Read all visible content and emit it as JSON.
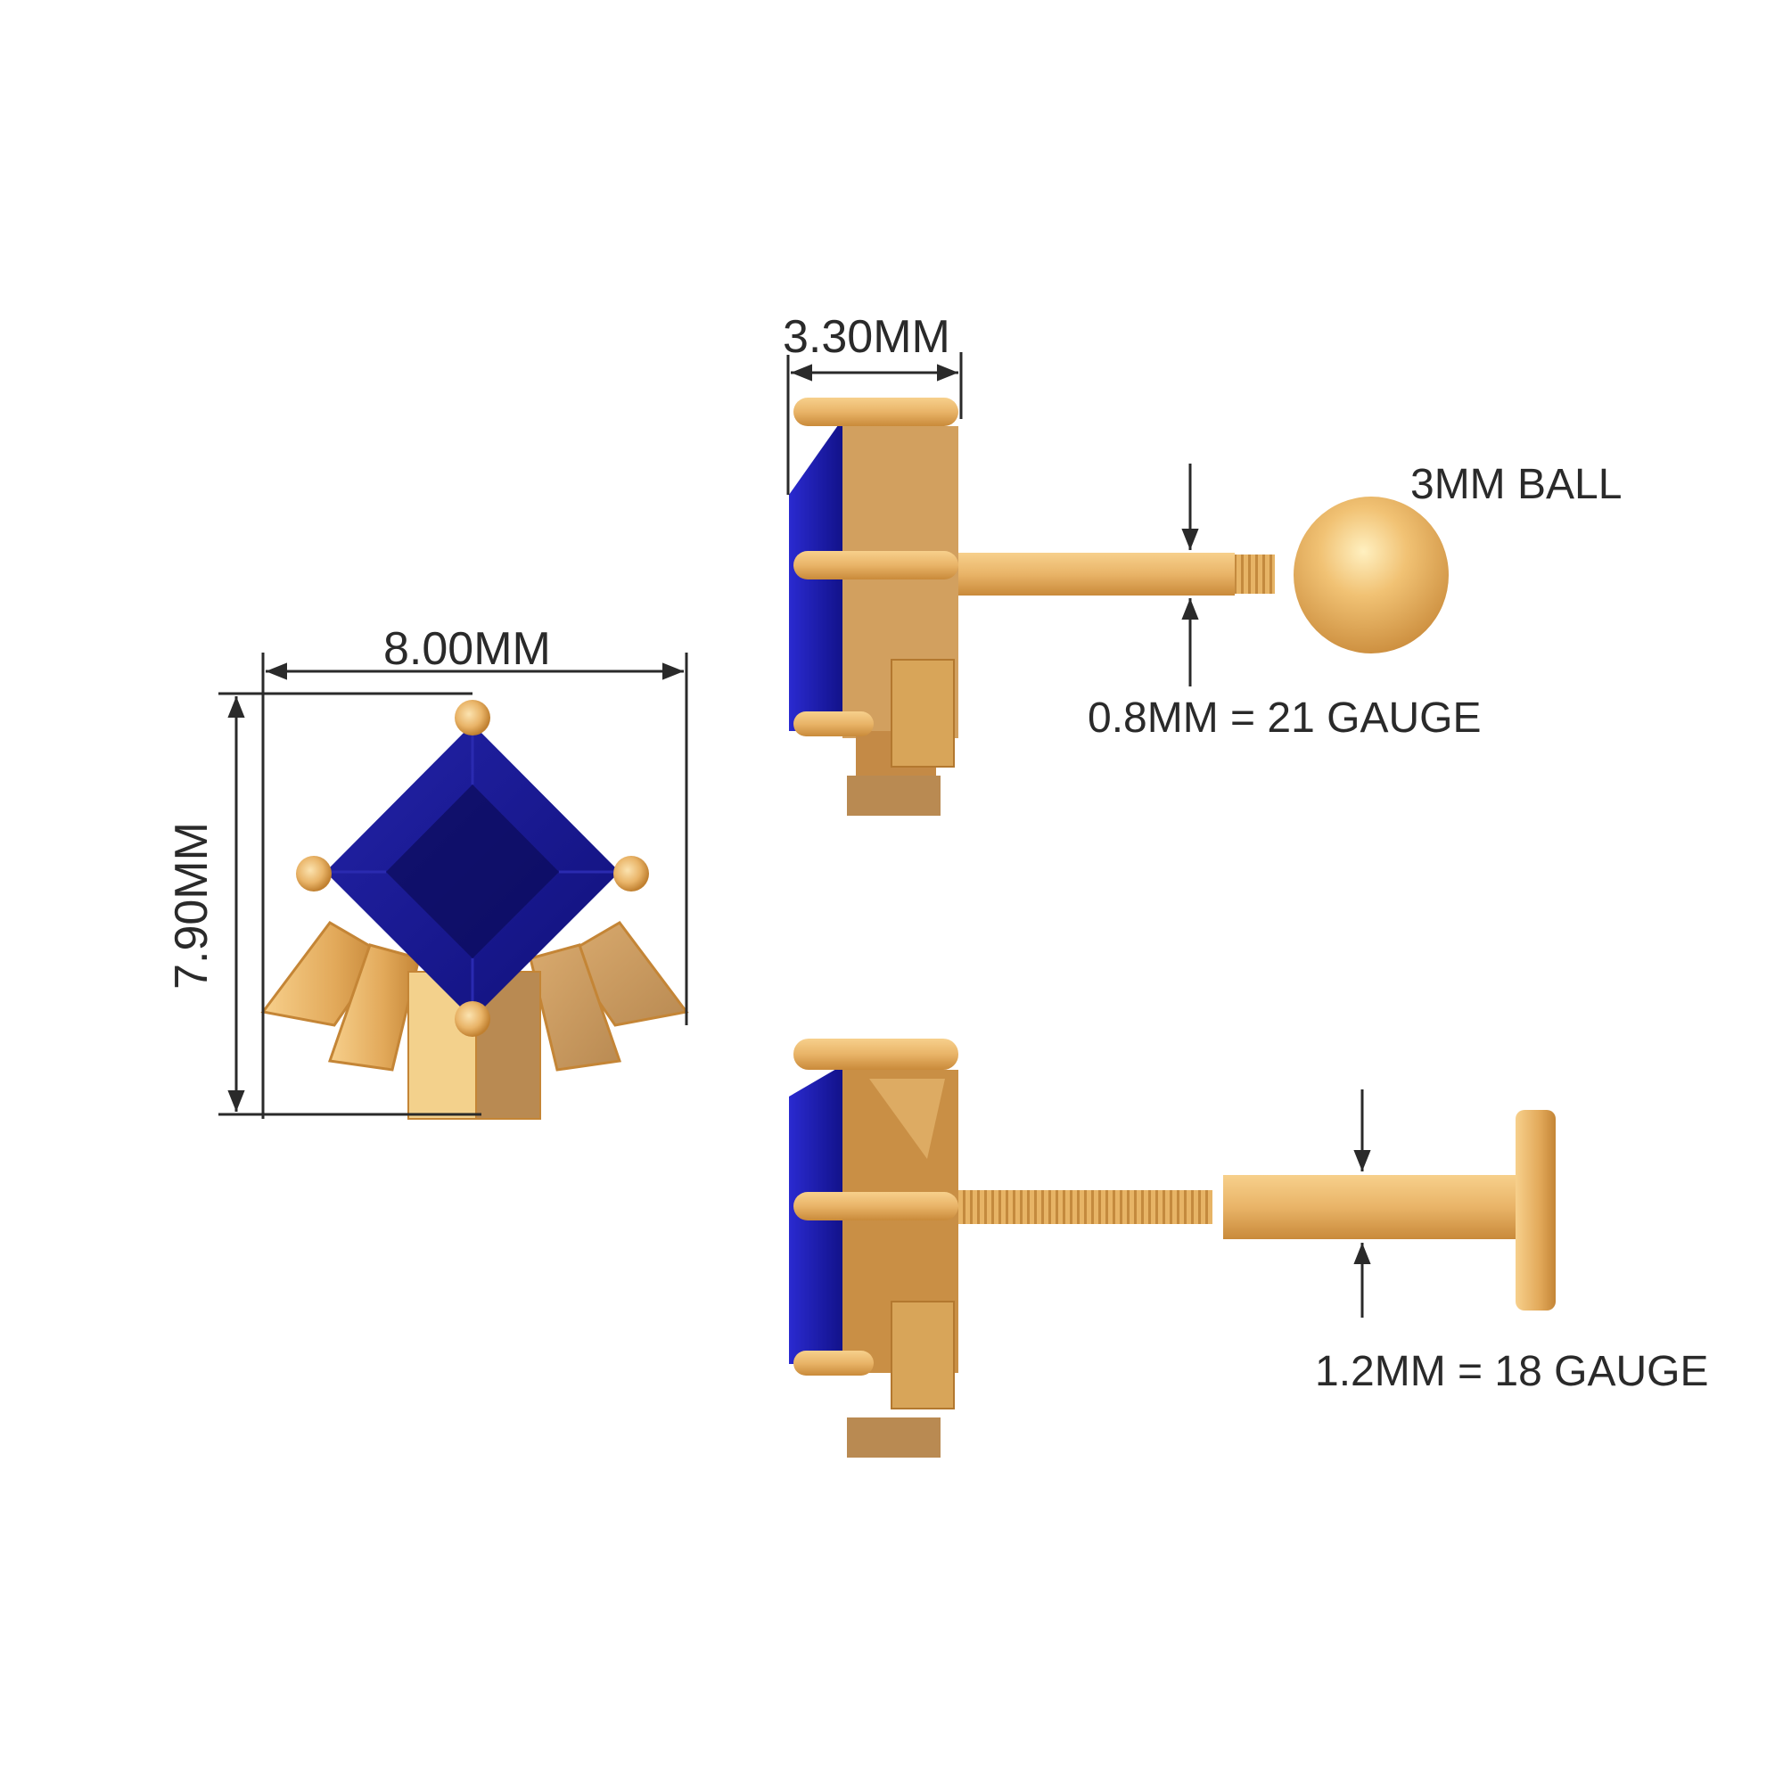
{
  "colors": {
    "background": "#ffffff",
    "gold_light": "#f3c77e",
    "gold_mid": "#e2a95a",
    "gold_dark": "#c98a3a",
    "sapphire": "#1a1a9a",
    "sapphire_dark": "#0c0c5c",
    "dimension_line": "#2a2a2a"
  },
  "front_view": {
    "width_label": "8.00MM",
    "height_label": "7.90MM",
    "stone": "princess-cut blue sapphire",
    "metal": "yellow gold"
  },
  "side_view_top": {
    "depth_label": "3.30MM",
    "back_type": "screw ball",
    "ball_label": "3MM BALL",
    "post_label": "0.8MM = 21 GAUGE"
  },
  "side_view_bottom": {
    "back_type": "flat back labret",
    "post_label": "1.2MM = 18 GAUGE"
  }
}
